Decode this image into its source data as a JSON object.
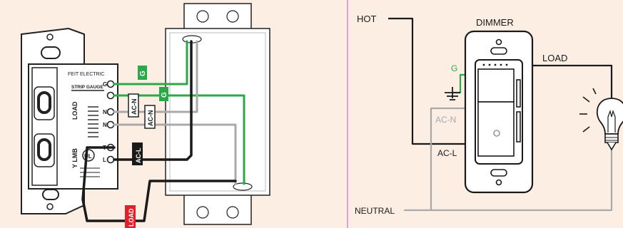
{
  "left_diagram": {
    "brand_text": "FEIT ELECTRIC",
    "strip_gauge_text": "STRIP GAUGE",
    "side_labels": [
      "LOAD",
      "Y LMB"
    ],
    "terminal_letters": [
      "G",
      "N",
      "N",
      "T",
      "L"
    ],
    "tags": {
      "g_upper": "G",
      "g_lower": "G",
      "acn_a": "AC-N",
      "acn_b": "AC-N",
      "acl": "AC-L",
      "load": "LOAD"
    }
  },
  "right_diagram": {
    "labels": {
      "hot": "HOT",
      "dimmer": "DIMMER",
      "load": "LOAD",
      "ground": "G",
      "ac_n": "AC-N",
      "ac_l": "AC-L",
      "neutral": "NEUTRAL"
    }
  },
  "colors": {
    "background": "#fdeee3",
    "ground_wire": "#2aa84a",
    "neutral_wire": "#a9a9a9",
    "hot_wire": "#1a1a1a",
    "load_tag": "#e0202a",
    "divider": "#e6a0d8"
  },
  "icons": [
    "light-bulb-icon",
    "ground-symbol-icon",
    "ul-listed-icon"
  ]
}
